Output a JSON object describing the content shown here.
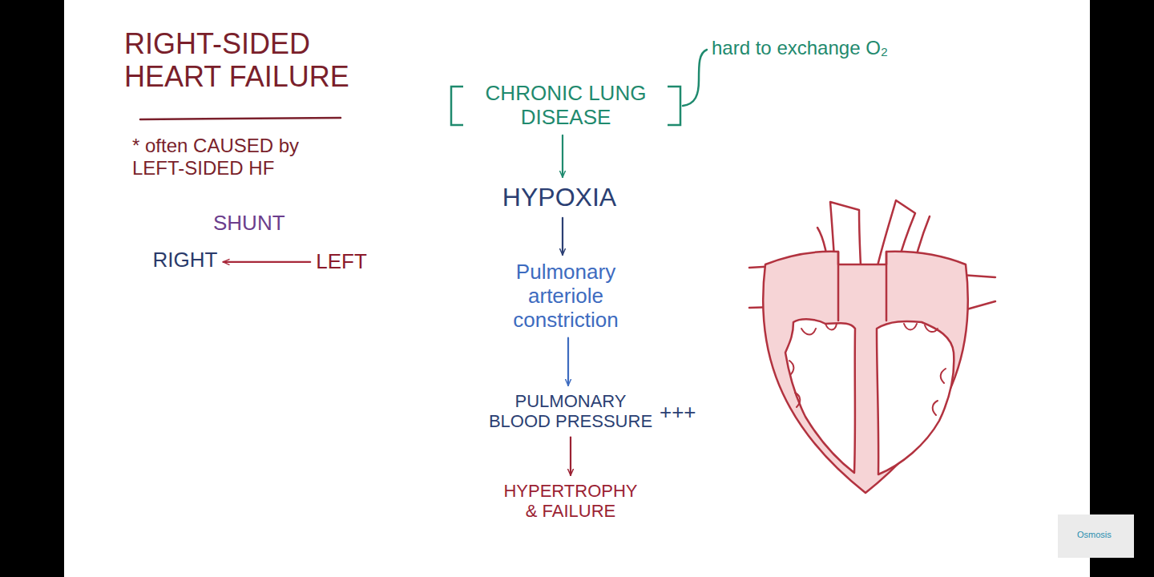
{
  "diagram": {
    "title": "RIGHT-SIDED HEART FAILURE",
    "nodes": [
      {
        "text": [
          "CHRONIC LUNG DISEASE"
        ]
      },
      {
        "text": [
          "HYPOXIA"
        ]
      },
      {
        "text": [
          "Pulmonary arteriole constriction"
        ]
      },
      {
        "text": [
          "PULMONARY BLOOD PRESSURE"
        ]
      },
      {
        "text": [
          "HYPERTROPHY & FAILURE"
        ]
      },
      {
        "text": [
          "RIGHT"
        ]
      },
      {
        "text": [
          "LEFT"
        ]
      }
    ],
    "edges": [
      {
        "from": 0,
        "to": 1,
        "arrow": "to"
      },
      {
        "from": 1,
        "to": 2,
        "arrow": "to"
      },
      {
        "from": 2,
        "to": 3,
        "arrow": "to"
      },
      {
        "from": 3,
        "to": 4,
        "arrow": "to"
      },
      {
        "from": 6,
        "to": 5,
        "arrow": "to"
      }
    ],
    "labels": [
      "* often CAUSED by LEFT-SIDED HF",
      "SHUNT",
      "hard to exchange O₂",
      "+++",
      "Osmosis"
    ]
  }
}
